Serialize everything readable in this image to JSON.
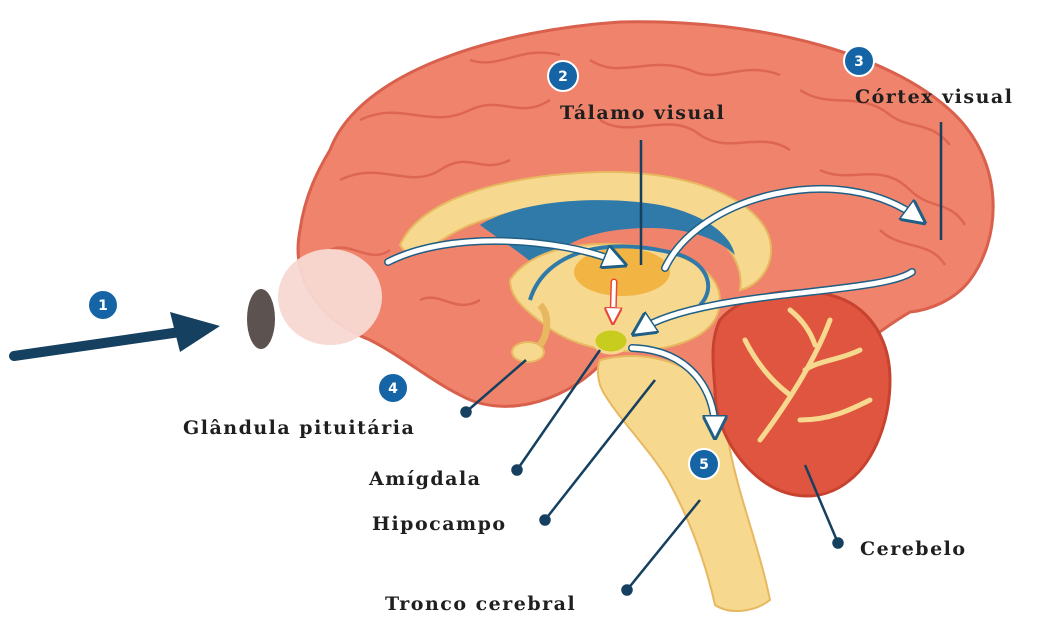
{
  "labels": {
    "talamo": "Tálamo visual",
    "cortex": "Córtex visual",
    "pituitaria": "Glândula pituitária",
    "amigdala": "Amígdala",
    "hipocampo": "Hipocampo",
    "cerebelo": "Cerebelo",
    "tronco": "Tronco cerebral"
  },
  "steps": [
    "1",
    "2",
    "3",
    "4",
    "5"
  ],
  "colors": {
    "cortex": "#f0836b",
    "cortex_dark": "#d9604c",
    "inner": "#f7d88f",
    "ventricle": "#2f7aa8",
    "thalamus": "#f2b443",
    "amygdala": "#c7cc1e",
    "cerebellum": "#e05540",
    "badge": "#1565a6",
    "arrow_navy": "#16405f",
    "eye": "#5c5350",
    "red_arrow": "#e8483b"
  }
}
